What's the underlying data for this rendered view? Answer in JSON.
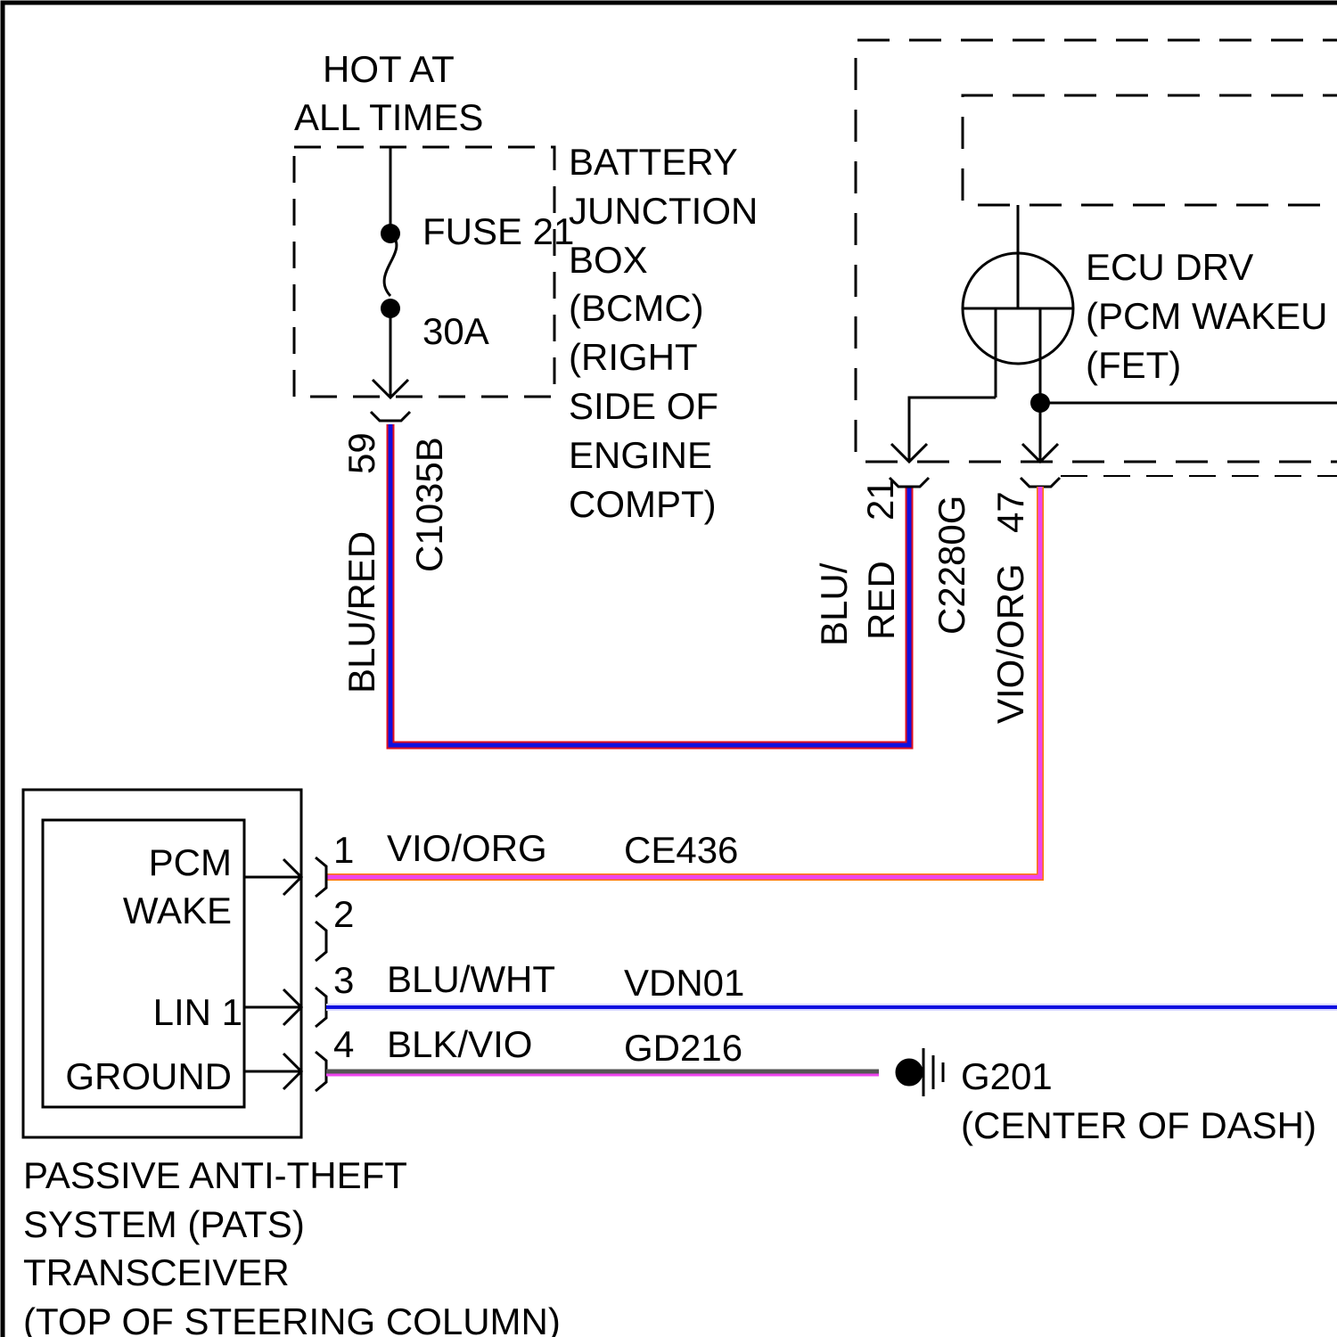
{
  "fuse_block": {
    "hot_line1": "HOT AT",
    "hot_line2": "ALL TIMES",
    "fuse_label": "FUSE 21",
    "fuse_rating": "30A",
    "box_lines": [
      "BATTERY",
      "JUNCTION",
      "BOX",
      "(BCMC)",
      "(RIGHT",
      "SIDE OF",
      "ENGINE",
      "COMPT)"
    ],
    "pin": "59",
    "connector": "C1035B",
    "wire_color": "BLU/RED"
  },
  "pcm": {
    "title_lines": [
      "ECU DRV",
      "(PCM WAKEU",
      "(FET)"
    ],
    "pin_a": "21",
    "pin_b": "47",
    "connector": "C2280G",
    "wire_a_line1": "BLU/",
    "wire_a_line2": "RED",
    "wire_b": "VIO/ORG"
  },
  "transceiver": {
    "inner_labels": [
      "PCM",
      "WAKE",
      "LIN 1",
      "GROUND"
    ],
    "caption_lines": [
      "PASSIVE ANTI-THEFT",
      "SYSTEM (PATS)",
      "TRANSCEIVER",
      "(TOP OF STEERING COLUMN)"
    ],
    "pins": [
      {
        "num": "1",
        "color": "VIO/ORG",
        "circuit": "CE436"
      },
      {
        "num": "2",
        "color": "",
        "circuit": ""
      },
      {
        "num": "3",
        "color": "BLU/WHT",
        "circuit": "VDN01"
      },
      {
        "num": "4",
        "color": "BLK/VIO",
        "circuit": "GD216"
      }
    ]
  },
  "ground": {
    "name": "G201",
    "location": "(CENTER OF DASH)"
  },
  "wire_colors": {
    "blue": "#1010e0",
    "red": "#e01020",
    "violet": "#ee44ee",
    "orange": "#ff7700",
    "black": "#555555"
  }
}
